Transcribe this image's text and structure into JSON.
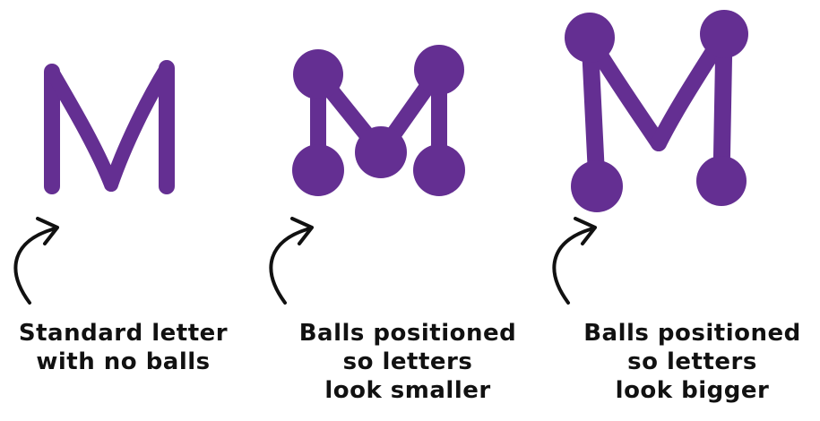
{
  "colors": {
    "letter": "#642F92",
    "arrow": "#111111",
    "text": "#111111"
  },
  "figure": {
    "letter": "M",
    "icons": [
      "curved-arrow-icon"
    ],
    "captions": [
      {
        "lines": [
          "Standard letter",
          "with no balls"
        ]
      },
      {
        "lines": [
          "Balls positioned",
          "so letters",
          "look smaller"
        ]
      },
      {
        "lines": [
          "Balls positioned",
          "so letters",
          "look bigger"
        ]
      }
    ]
  }
}
